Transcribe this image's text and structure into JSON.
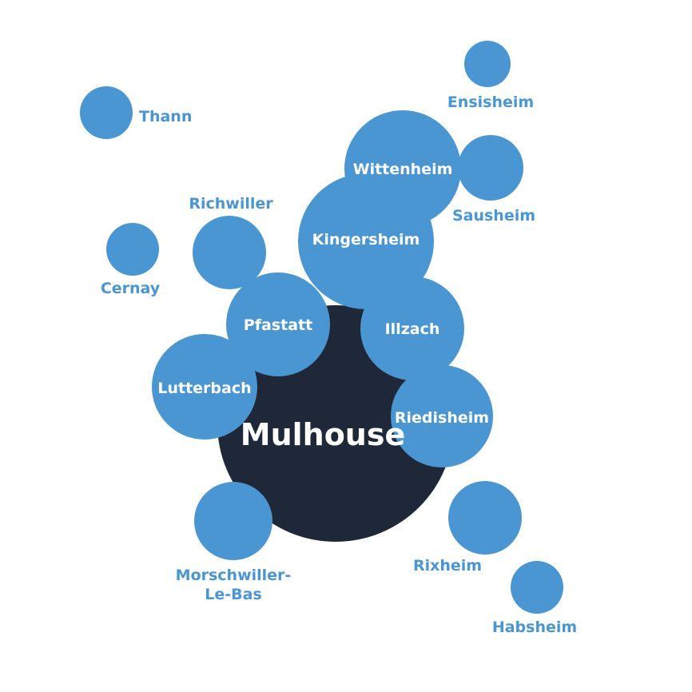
{
  "colors": {
    "bubble": "#4a96d2",
    "center": "#1e2838",
    "inside_text": "#ffffff",
    "outside_text": "#4a96d2"
  },
  "center": {
    "name": "Mulhouse"
  },
  "towns": [
    {
      "id": "thann",
      "name": "Thann"
    },
    {
      "id": "ensisheim",
      "name": "Ensisheim"
    },
    {
      "id": "sausheim",
      "name": "Sausheim"
    },
    {
      "id": "cernay",
      "name": "Cernay"
    },
    {
      "id": "richwiller",
      "name": "Richwiller"
    },
    {
      "id": "rixheim",
      "name": "Rixheim"
    },
    {
      "id": "habsheim",
      "name": "Habsheim"
    },
    {
      "id": "morschwiller-1",
      "name": "Morschwiller-"
    },
    {
      "id": "morschwiller-2",
      "name": "Le-Bas"
    },
    {
      "id": "wittenheim",
      "name": "Wittenheim"
    },
    {
      "id": "kingersheim",
      "name": "Kingersheim"
    },
    {
      "id": "pfastatt",
      "name": "Pfastatt"
    },
    {
      "id": "lutterbach",
      "name": "Lutterbach"
    },
    {
      "id": "illzach",
      "name": "Illzach"
    },
    {
      "id": "riedisheim",
      "name": "Riedisheim"
    }
  ]
}
